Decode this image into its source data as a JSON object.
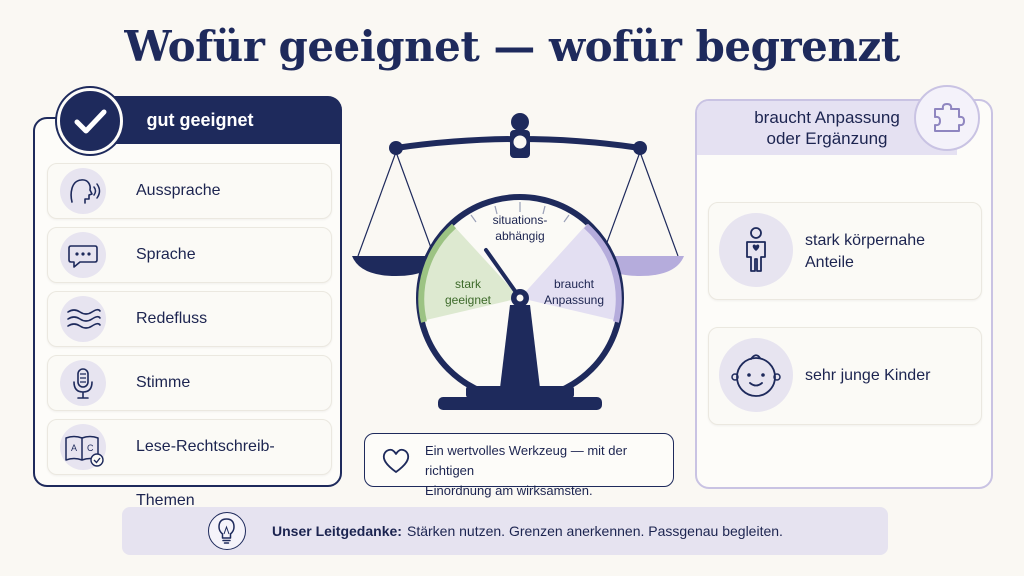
{
  "title": "Wofür geeignet — wofür begrenzt",
  "left": {
    "heading": "gut geeignet",
    "items": [
      {
        "label": "Aussprache",
        "icon": "speaking-head-icon"
      },
      {
        "label": "Sprache",
        "icon": "speech-bubble-icon"
      },
      {
        "label": "Redefluss",
        "icon": "waves-icon"
      },
      {
        "label": "Stimme",
        "icon": "microphone-icon"
      },
      {
        "label": "Lese-Rechtschreib-Themen",
        "icon": "open-book-check-icon"
      }
    ]
  },
  "scale": {
    "label_left": "stark geeignet",
    "label_left_1": "stark",
    "label_left_2": "geeignet",
    "label_top_1": "situations-",
    "label_top_2": "abhängig",
    "label_right_1": "braucht",
    "label_right_2": "Anpassung",
    "colors": {
      "left": "#9cc383",
      "right": "#b5acdc",
      "navy": "#1e2a5c"
    }
  },
  "right": {
    "heading_line1": "braucht Anpassung",
    "heading_line2": "oder Ergänzung",
    "items": [
      {
        "line1": "stark körpernahe",
        "line2": "Anteile",
        "icon": "person-heart-icon"
      },
      {
        "line1": "sehr junge Kinder",
        "icon": "baby-face-icon"
      }
    ]
  },
  "note": {
    "line1": "Ein wertvolles Werkzeug — mit der richtigen",
    "line2": "Einordnung am wirksamsten."
  },
  "footer": {
    "lead": "Unser Leitgedanke:",
    "message": "Stärken nutzen. Grenzen anerkennen. Passgenau begleiten."
  }
}
